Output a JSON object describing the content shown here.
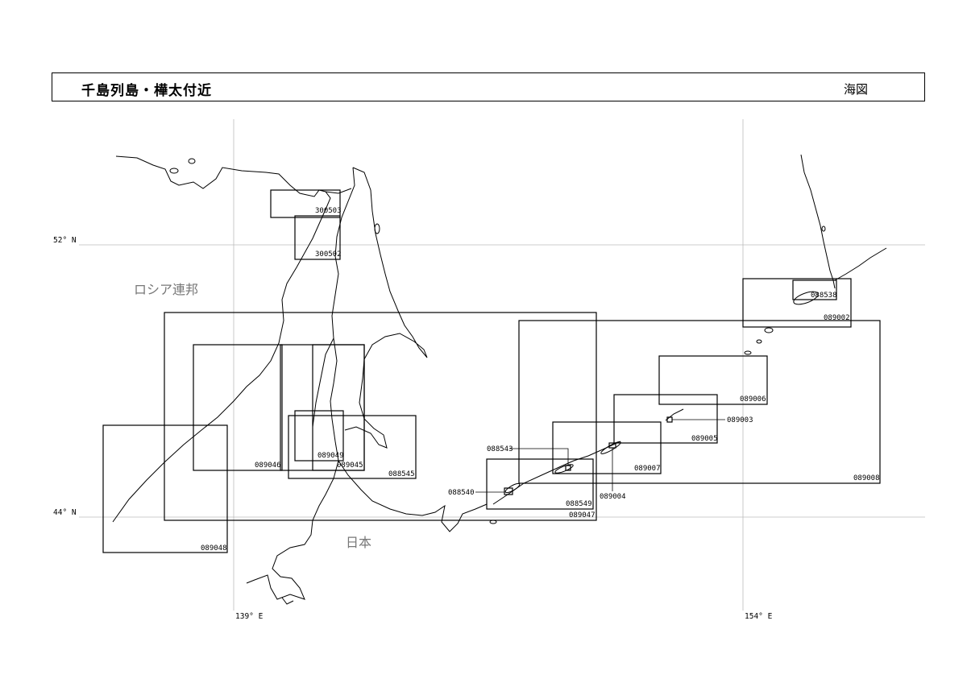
{
  "header": {
    "title": "千島列島・樺太付近",
    "doc_type": "海図"
  },
  "grid": {
    "lat_labels": [
      "52° N",
      "44° N"
    ],
    "lon_labels": [
      "139° E",
      "154° E"
    ]
  },
  "regions": {
    "russia": "ロシア連邦",
    "japan": "日本"
  },
  "charts": [
    "300503",
    "300502",
    "088538",
    "089002",
    "089008",
    "089006",
    "089003",
    "089005",
    "089007",
    "089004",
    "088543",
    "088540",
    "088549",
    "089047",
    "089046",
    "089049",
    "089045",
    "088545",
    "089048"
  ],
  "colors": {
    "line": "#000000",
    "grid": "#bbbbbb",
    "region_text": "#777777"
  }
}
